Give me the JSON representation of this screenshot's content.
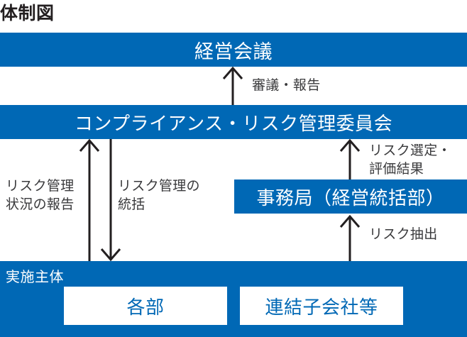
{
  "title": "体制図",
  "colors": {
    "brand_blue": "#0068b5",
    "title_text": "#231f20",
    "label_text": "#3a3a3c",
    "box_fill_white": "#ffffff"
  },
  "nodes": {
    "management_meeting": "経営会議",
    "compliance_risk_committee": "コンプライアンス・リスク管理委員会",
    "secretariat": "事務局（経営統括部）",
    "implementation_group_label": "実施主体",
    "departments": "各部",
    "subsidiaries": "連結子会社等"
  },
  "connectors": {
    "deliberation_report": "審議・報告",
    "risk_status_report": "リスク管理\n状況の報告",
    "risk_supervision": "リスク管理の\n統括",
    "risk_selection_result": "リスク選定・\n評価結果",
    "risk_extraction": "リスク抽出"
  }
}
